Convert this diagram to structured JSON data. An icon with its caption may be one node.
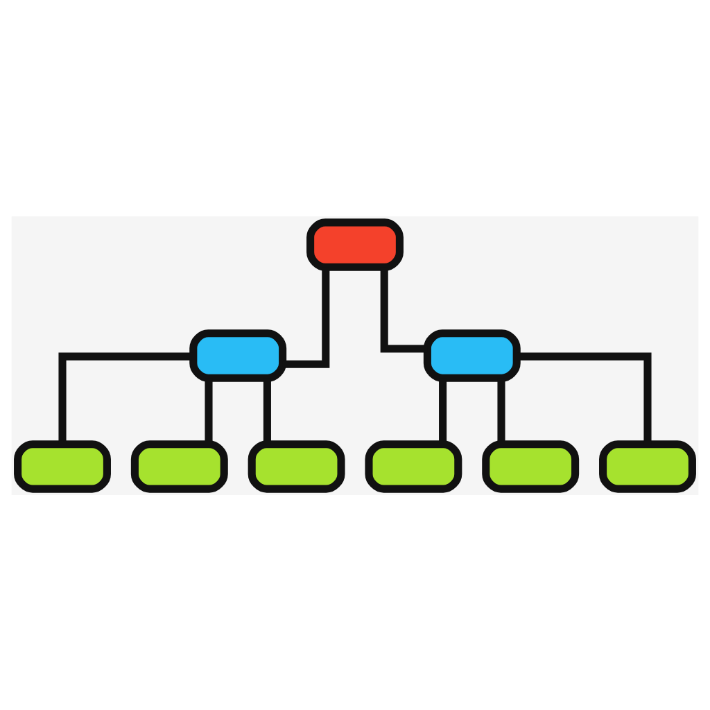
{
  "diagram": {
    "nodes": [
      {
        "text": [],
        "shape": "box"
      },
      {
        "text": [],
        "shape": "box"
      },
      {
        "text": [],
        "shape": "box"
      },
      {
        "text": [],
        "shape": "box"
      },
      {
        "text": [],
        "shape": "box"
      },
      {
        "text": [],
        "shape": "box"
      },
      {
        "text": [],
        "shape": "box"
      },
      {
        "text": [],
        "shape": "box"
      },
      {
        "text": [],
        "shape": "box"
      }
    ],
    "edges": [
      {
        "from": 0,
        "to": 1,
        "arrow": "none"
      },
      {
        "from": 0,
        "to": 2,
        "arrow": "none"
      },
      {
        "from": 1,
        "to": 3,
        "arrow": "none"
      },
      {
        "from": 1,
        "to": 4,
        "arrow": "none"
      },
      {
        "from": 1,
        "to": 5,
        "arrow": "none"
      },
      {
        "from": 2,
        "to": 6,
        "arrow": "none"
      },
      {
        "from": 2,
        "to": 7,
        "arrow": "none"
      },
      {
        "from": 2,
        "to": 8,
        "arrow": "none"
      }
    ]
  }
}
